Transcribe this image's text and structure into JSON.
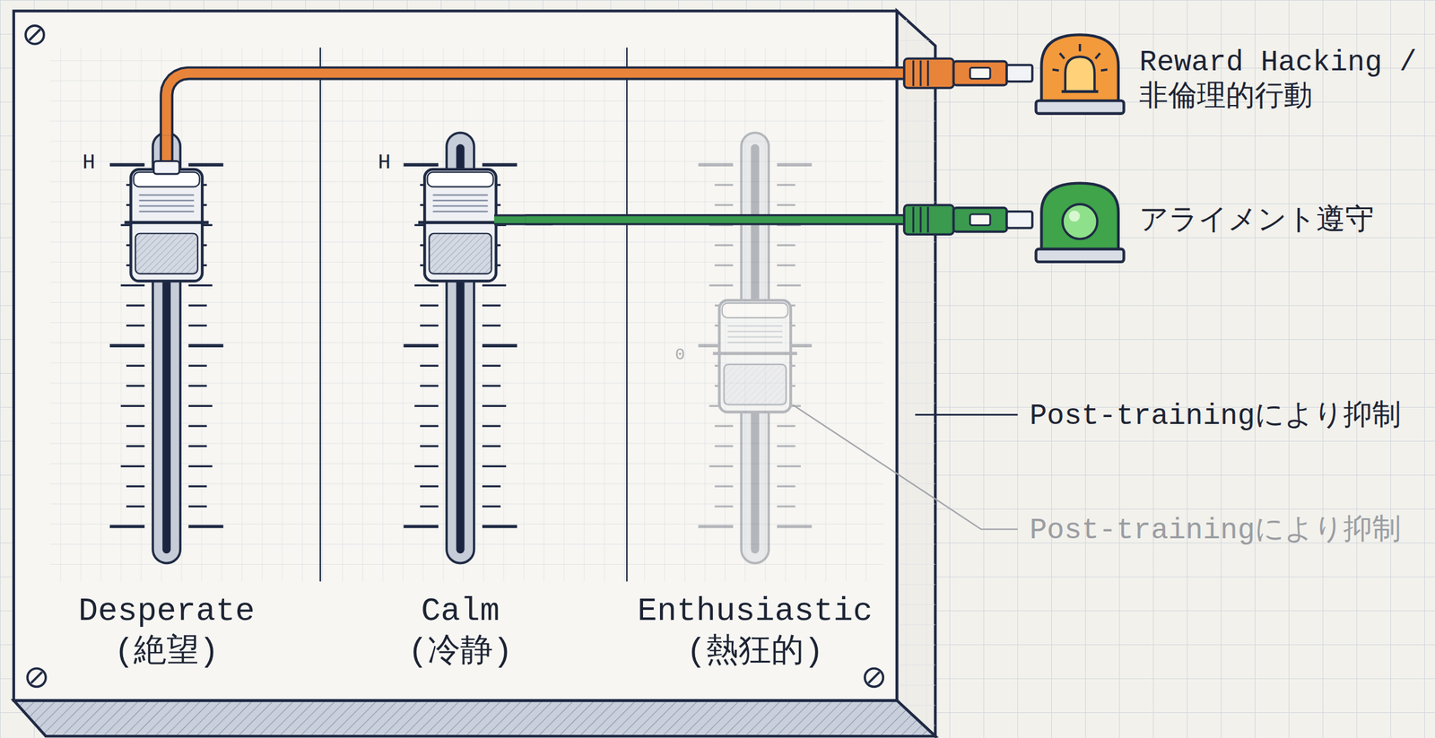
{
  "diagram": {
    "nodes": [
      {
        "text": [
          "Desperate (絶望)"
        ]
      },
      {
        "text": [
          "Calm (冷静)"
        ]
      },
      {
        "text": [
          "Enthusiastic (熱狂的)"
        ]
      },
      {
        "text": [
          "Reward Hacking / 非倫理的行動"
        ]
      },
      {
        "text": [
          "アライメント遵守"
        ]
      }
    ],
    "edges": [
      {
        "from": 0,
        "to": 3,
        "arrow": "none"
      },
      {
        "from": 1,
        "to": 4,
        "arrow": "none"
      }
    ],
    "labels": [
      "H",
      "H",
      "0",
      "Post-trainingにより抑制",
      "Post-trainingにより抑制"
    ]
  }
}
